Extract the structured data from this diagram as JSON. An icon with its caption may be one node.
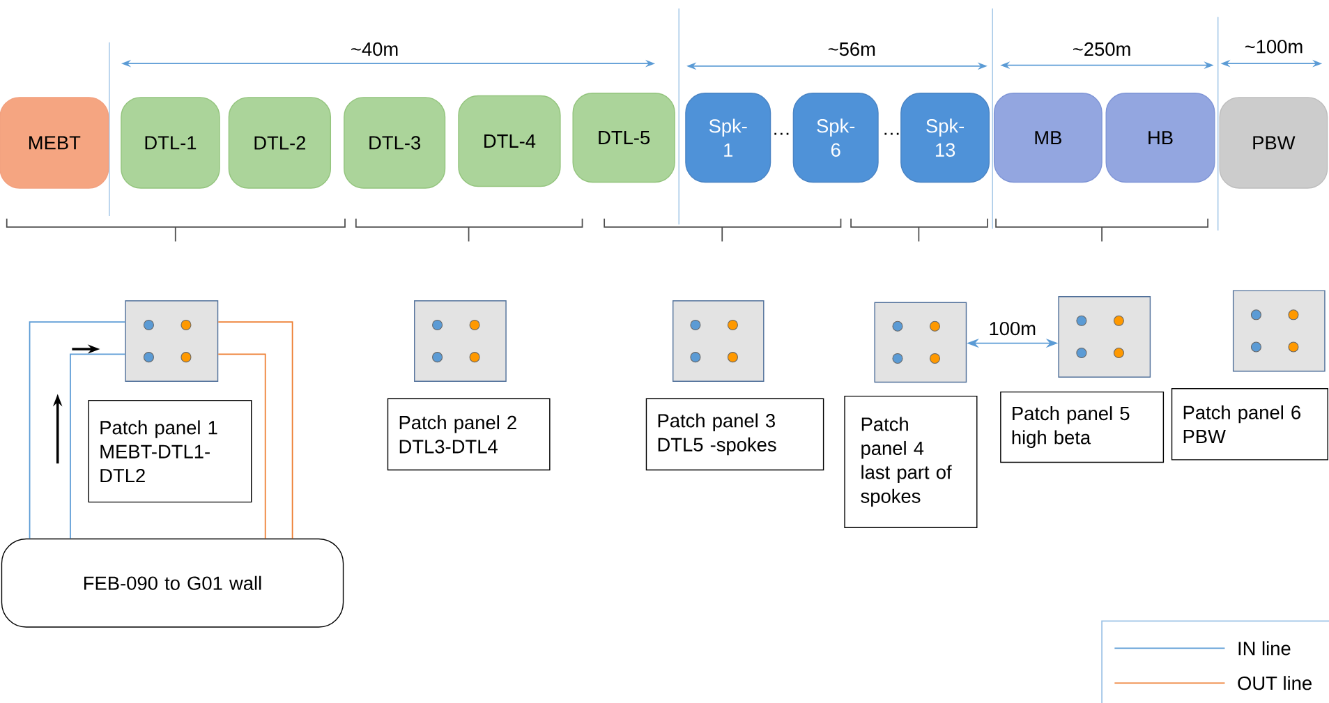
{
  "diagram": {
    "nodes": [
      {
        "text": [
          "MEBT"
        ]
      },
      {
        "text": [
          "DTL-1"
        ]
      },
      {
        "text": [
          "DTL-2"
        ]
      },
      {
        "text": [
          "DTL-3"
        ]
      },
      {
        "text": [
          "DTL-4"
        ]
      },
      {
        "text": [
          "DTL-5"
        ]
      },
      {
        "text": [
          "Spk- 1"
        ]
      },
      {
        "text": [
          "Spk- 6"
        ]
      },
      {
        "text": [
          "Spk- 13"
        ]
      },
      {
        "text": [
          "MB"
        ]
      },
      {
        "text": [
          "HB"
        ]
      },
      {
        "text": [
          "PBW"
        ]
      },
      {
        "text": [],
        "shape": "box"
      },
      {
        "text": [],
        "shape": "box"
      },
      {
        "text": [],
        "shape": "box"
      },
      {
        "text": [],
        "shape": "box"
      },
      {
        "text": [],
        "shape": "box"
      },
      {
        "text": [],
        "shape": "box"
      },
      {
        "text": [
          "Patch panel 1 MEBT-DTL1-DTL2"
        ]
      },
      {
        "text": [
          "Patch panel 2 DTL3-DTL4"
        ]
      },
      {
        "text": [
          "Patch panel 3 DTL5 -spokes"
        ]
      },
      {
        "text": [
          "Patch panel 4 last part of spokes"
        ]
      },
      {
        "text": [
          "Patch panel 5 high beta"
        ]
      },
      {
        "text": [
          "Patch panel 6 PBW"
        ]
      },
      {
        "text": [
          "FEB-090 to G01 wall"
        ]
      }
    ],
    "edges": [
      {
        "from": 24,
        "to": 12,
        "arrow": "none",
        "color": "#5b9bd5"
      },
      {
        "from": 24,
        "to": 12,
        "arrow": "none",
        "color": "#5b9bd5"
      },
      {
        "from": 24,
        "to": 12,
        "arrow": "none",
        "color": "#ed7d31"
      },
      {
        "from": 24,
        "to": 12,
        "arrow": "none",
        "color": "#ed7d31"
      },
      {
        "from": 15,
        "to": 16,
        "arrow": "both",
        "label": "100m",
        "color": "#5b9bd5"
      }
    ],
    "labels": [
      "~40m",
      "~56m",
      "~250m",
      "~100m",
      "…",
      "…"
    ],
    "legend": [
      {
        "text": "IN line"
      },
      {
        "text": "OUT line"
      }
    ]
  }
}
